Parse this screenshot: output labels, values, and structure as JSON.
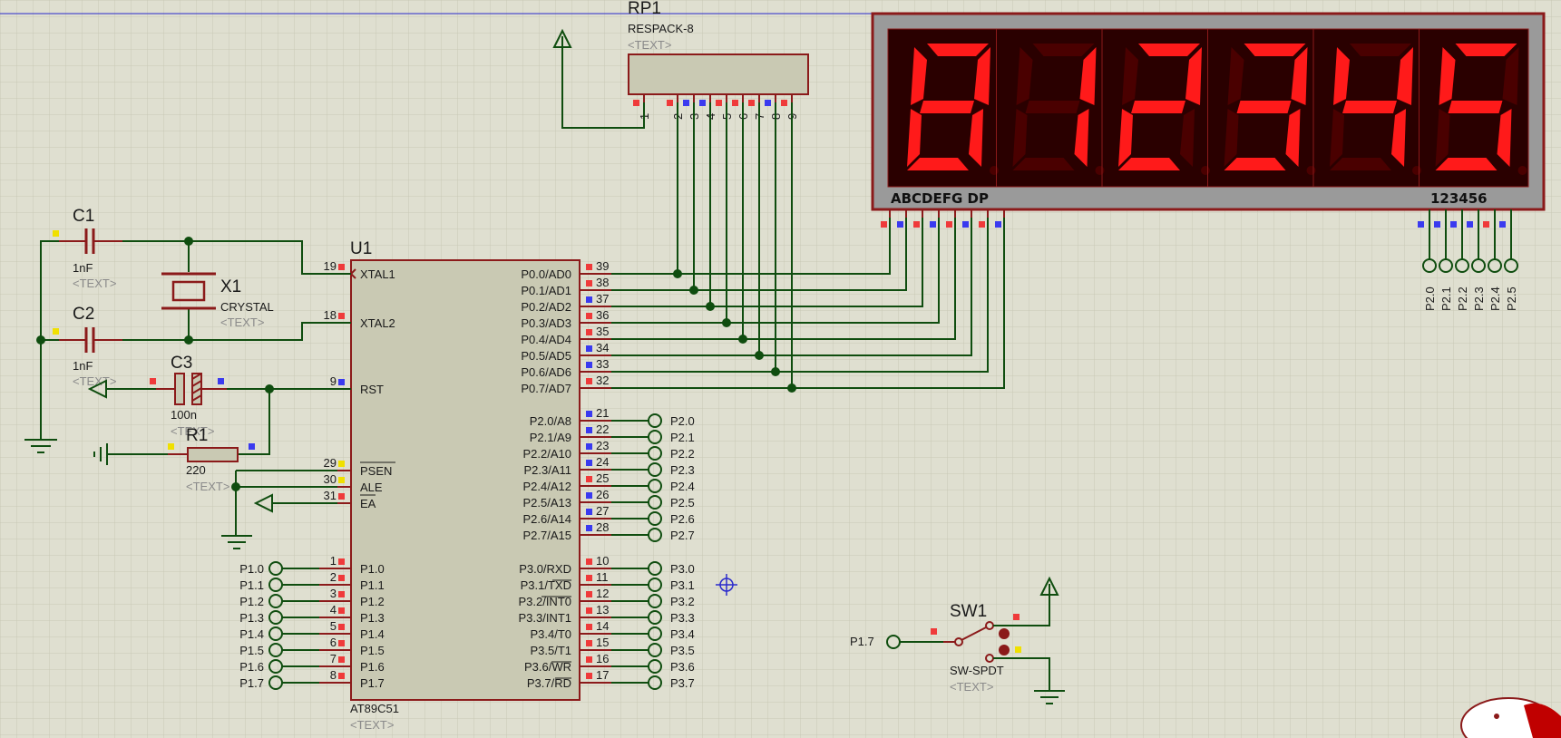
{
  "u1": {
    "ref": "U1",
    "part": "AT89C51",
    "placeholder": "<TEXT>",
    "pins_left": [
      {
        "num": "19",
        "name": "XTAL1"
      },
      {
        "num": "18",
        "name": "XTAL2"
      },
      {
        "num": "9",
        "name": "RST"
      },
      {
        "num": "29",
        "name": "PSEN"
      },
      {
        "num": "30",
        "name": "ALE"
      },
      {
        "num": "31",
        "name": "EA"
      },
      {
        "num": "1",
        "name": "P1.0"
      },
      {
        "num": "2",
        "name": "P1.1"
      },
      {
        "num": "3",
        "name": "P1.2"
      },
      {
        "num": "4",
        "name": "P1.3"
      },
      {
        "num": "5",
        "name": "P1.4"
      },
      {
        "num": "6",
        "name": "P1.5"
      },
      {
        "num": "7",
        "name": "P1.6"
      },
      {
        "num": "8",
        "name": "P1.7"
      }
    ],
    "pins_right": [
      {
        "num": "39",
        "name": "P0.0/AD0"
      },
      {
        "num": "38",
        "name": "P0.1/AD1"
      },
      {
        "num": "37",
        "name": "P0.2/AD2"
      },
      {
        "num": "36",
        "name": "P0.3/AD3"
      },
      {
        "num": "35",
        "name": "P0.4/AD4"
      },
      {
        "num": "34",
        "name": "P0.5/AD5"
      },
      {
        "num": "33",
        "name": "P0.6/AD6"
      },
      {
        "num": "32",
        "name": "P0.7/AD7"
      },
      {
        "num": "21",
        "name": "P2.0/A8"
      },
      {
        "num": "22",
        "name": "P2.1/A9"
      },
      {
        "num": "23",
        "name": "P2.2/A10"
      },
      {
        "num": "24",
        "name": "P2.3/A11"
      },
      {
        "num": "25",
        "name": "P2.4/A12"
      },
      {
        "num": "26",
        "name": "P2.5/A13"
      },
      {
        "num": "27",
        "name": "P2.6/A14"
      },
      {
        "num": "28",
        "name": "P2.7/A15"
      },
      {
        "num": "10",
        "name": "P3.0/RXD"
      },
      {
        "num": "11",
        "name": "P3.1/TXD"
      },
      {
        "num": "12",
        "name": "P3.2/INT0"
      },
      {
        "num": "13",
        "name": "P3.3/INT1"
      },
      {
        "num": "14",
        "name": "P3.4/T0"
      },
      {
        "num": "15",
        "name": "P3.5/T1"
      },
      {
        "num": "16",
        "name": "P3.6/WR"
      },
      {
        "num": "17",
        "name": "P3.7/RD"
      }
    ]
  },
  "terminals_p1": [
    "P1.0",
    "P1.1",
    "P1.2",
    "P1.3",
    "P1.4",
    "P1.5",
    "P1.6",
    "P1.7"
  ],
  "terminals_p2": [
    "P2.0",
    "P2.1",
    "P2.2",
    "P2.3",
    "P2.4",
    "P2.5",
    "P2.6",
    "P2.7"
  ],
  "terminals_p3": [
    "P3.0",
    "P3.1",
    "P3.2",
    "P3.3",
    "P3.4",
    "P3.5",
    "P3.6",
    "P3.7"
  ],
  "c1": {
    "ref": "C1",
    "value": "1nF",
    "placeholder": "<TEXT>"
  },
  "c2": {
    "ref": "C2",
    "value": "1nF",
    "placeholder": "<TEXT>"
  },
  "c3": {
    "ref": "C3",
    "value": "100n",
    "placeholder": "<TEXT>"
  },
  "x1": {
    "ref": "X1",
    "value": "CRYSTAL",
    "placeholder": "<TEXT>"
  },
  "r1": {
    "ref": "R1",
    "value": "220",
    "placeholder": "<TEXT>"
  },
  "rp1": {
    "ref": "RP1",
    "value": "RESPACK-8",
    "placeholder": "<TEXT>",
    "pins": [
      "1",
      "2",
      "3",
      "4",
      "5",
      "6",
      "7",
      "8",
      "9"
    ]
  },
  "sw1": {
    "ref": "SW1",
    "value": "SW-SPDT",
    "placeholder": "<TEXT>",
    "terminal": "P1.7"
  },
  "display": {
    "digits": [
      "8",
      "1",
      "2",
      "3",
      "4",
      "5"
    ],
    "lit_color": "#ff1a1a",
    "dim_color": "#4a0000",
    "segment_label": "ABCDEFG  DP",
    "digit_label": "123456",
    "digit_terminals": [
      "P2.0",
      "P2.1",
      "P2.2",
      "P2.3",
      "P2.4",
      "P2.5"
    ]
  },
  "colors": {
    "background": "#dfdfd0",
    "grid": "#c9c9b8",
    "wire": "#0f4d0f",
    "component": "#8b1a1a",
    "pin_red": "#ef3a3a",
    "pin_blue": "#3a3aef",
    "pin_yellow": "#f0e000"
  }
}
